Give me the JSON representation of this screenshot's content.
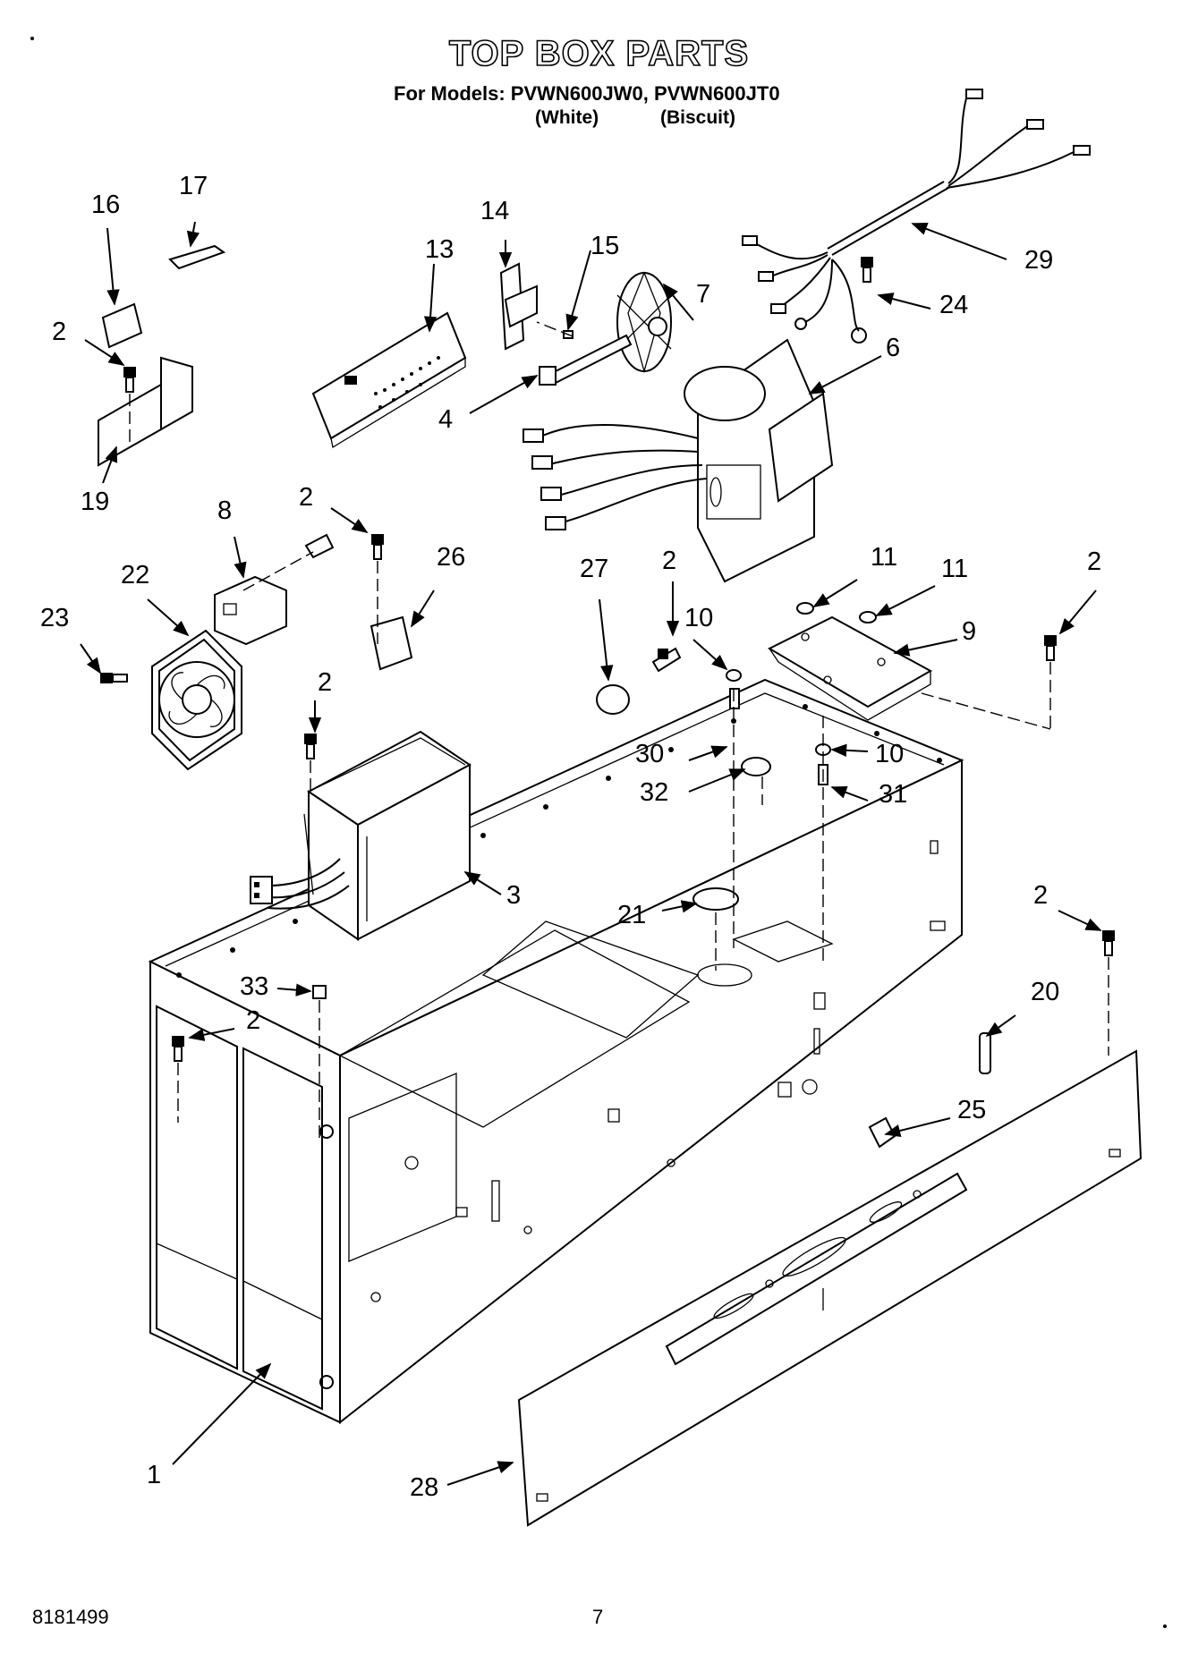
{
  "header": {
    "title": "TOP BOX PARTS",
    "models_line": "For Models: PVWN600JW0, PVWN600JT0",
    "variant_white": "(White)",
    "variant_biscuit": "(Biscuit)"
  },
  "footer": {
    "doc_number": "8181499",
    "page_number": "7"
  },
  "callouts": [
    {
      "id": "c1",
      "label": "1"
    },
    {
      "id": "c2a",
      "label": "2"
    },
    {
      "id": "c2b",
      "label": "2"
    },
    {
      "id": "c2c",
      "label": "2"
    },
    {
      "id": "c2d",
      "label": "2"
    },
    {
      "id": "c2e",
      "label": "2"
    },
    {
      "id": "c2f",
      "label": "2"
    },
    {
      "id": "c2g",
      "label": "2"
    },
    {
      "id": "c3",
      "label": "3"
    },
    {
      "id": "c4",
      "label": "4"
    },
    {
      "id": "c6",
      "label": "6"
    },
    {
      "id": "c7",
      "label": "7"
    },
    {
      "id": "c8",
      "label": "8"
    },
    {
      "id": "c9",
      "label": "9"
    },
    {
      "id": "c10a",
      "label": "10"
    },
    {
      "id": "c10b",
      "label": "10"
    },
    {
      "id": "c11a",
      "label": "11"
    },
    {
      "id": "c11b",
      "label": "11"
    },
    {
      "id": "c13",
      "label": "13"
    },
    {
      "id": "c14",
      "label": "14"
    },
    {
      "id": "c15",
      "label": "15"
    },
    {
      "id": "c16",
      "label": "16"
    },
    {
      "id": "c17",
      "label": "17"
    },
    {
      "id": "c19",
      "label": "19"
    },
    {
      "id": "c20",
      "label": "20"
    },
    {
      "id": "c21",
      "label": "21"
    },
    {
      "id": "c22",
      "label": "22"
    },
    {
      "id": "c23",
      "label": "23"
    },
    {
      "id": "c24",
      "label": "24"
    },
    {
      "id": "c25",
      "label": "25"
    },
    {
      "id": "c26",
      "label": "26"
    },
    {
      "id": "c27",
      "label": "27"
    },
    {
      "id": "c28",
      "label": "28"
    },
    {
      "id": "c29",
      "label": "29"
    },
    {
      "id": "c30",
      "label": "30"
    },
    {
      "id": "c31",
      "label": "31"
    },
    {
      "id": "c32",
      "label": "32"
    },
    {
      "id": "c33",
      "label": "33"
    }
  ]
}
